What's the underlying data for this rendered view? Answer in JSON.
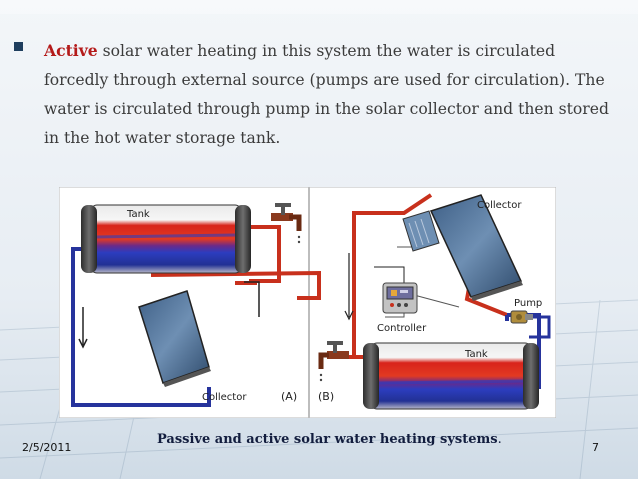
{
  "slide": {
    "bullet_highlight": "Active",
    "bullet_text": " solar water heating in this system the water is circulated forcedly through external source (pumps are used for circulation). The water is circulated through pump in the solar collector and then stored in the hot water storage tank.",
    "caption_main": "Passive and active solar water heating systems",
    "caption_end": ".",
    "date": "2/5/2011",
    "page_number": "7"
  },
  "figure": {
    "labels": {
      "tank_a": "Tank",
      "collector_a": "Collector",
      "panel_a": "(A)",
      "panel_b": "(B)",
      "collector_b": "Collector",
      "pump": "Pump",
      "controller": "Controller",
      "tank_b": "Tank"
    }
  },
  "colors": {
    "hot_pipe": "#c8301c",
    "cold_pipe": "#26339c",
    "highlight": "#b41a1a",
    "caption": "#121d3e"
  }
}
